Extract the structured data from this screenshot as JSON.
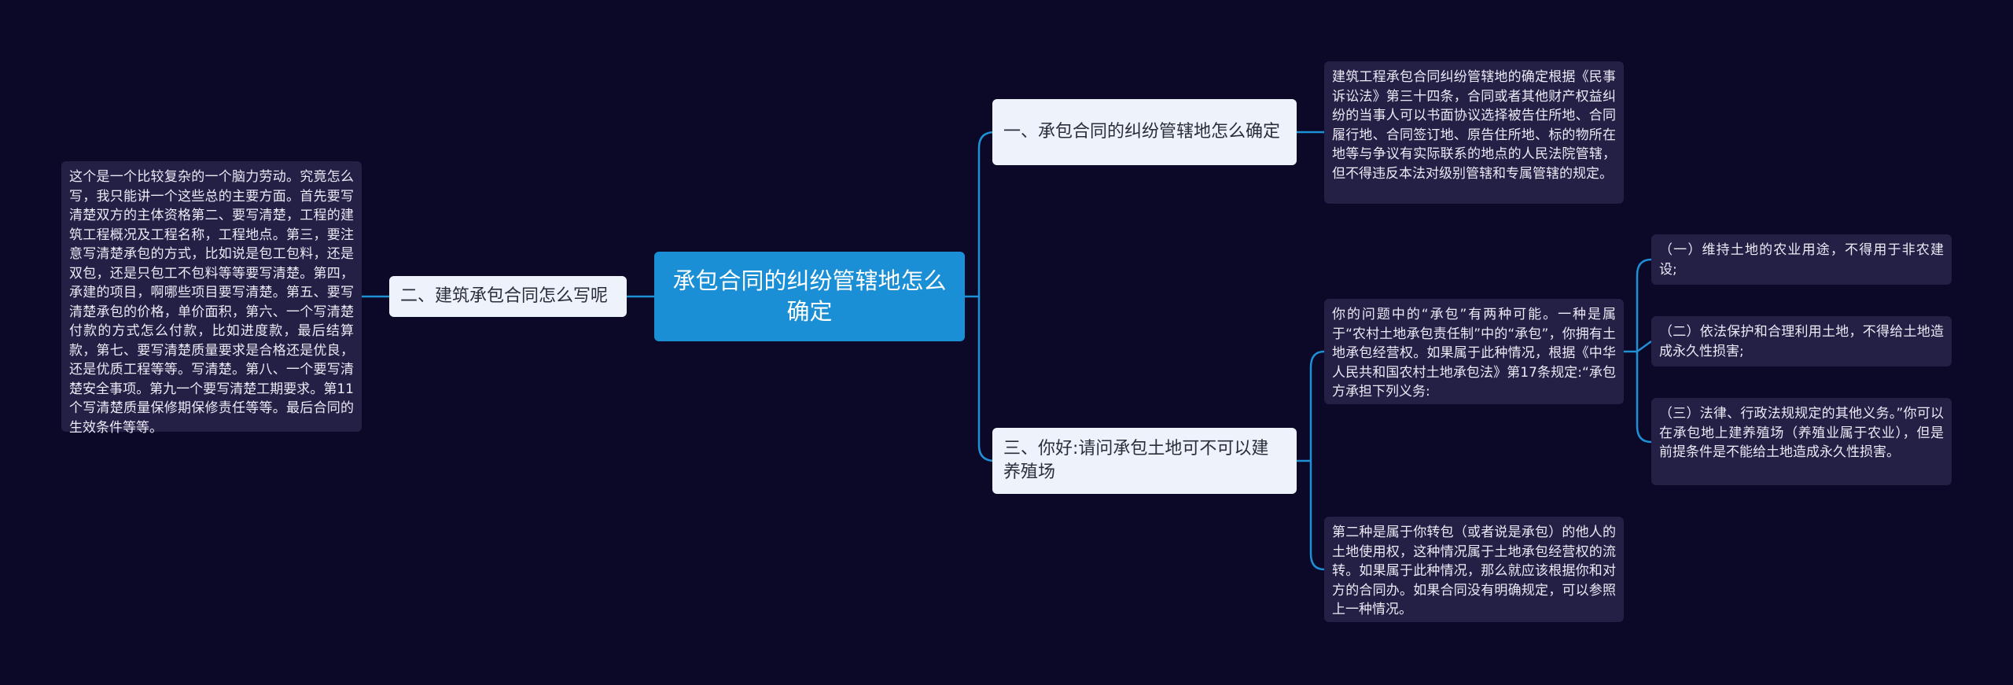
{
  "root": {
    "label": "承包合同的纠纷管辖地怎么确定"
  },
  "branches": [
    {
      "label": "一、承包合同的纠纷管辖地怎么确定",
      "leaves": [
        "建筑工程承包合同纠纷管辖地的确定根据《民事诉讼法》第三十四条，合同或者其他财产权益纠纷的当事人可以书面协议选择被告住所地、合同履行地、合同签订地、原告住所地、标的物所在地等与争议有实际联系的地点的人民法院管辖，但不得违反本法对级别管辖和专属管辖的规定。"
      ]
    },
    {
      "label": "二、建筑承包合同怎么写呢",
      "leaves": [
        "这个是一个比较复杂的一个脑力劳动。究竟怎么写，我只能讲一个这些总的主要方面。首先要写清楚双方的主体资格第二、要写清楚，工程的建筑工程概况及工程名称，工程地点。第三，要注意写清楚承包的方式，比如说是包工包料，还是双包，还是只包工不包料等等要写清楚。第四，承建的项目，啊哪些项目要写清楚。第五、要写清楚承包的价格，单价面积，第六、一个写清楚付款的方式怎么付款，比如进度款，最后结算款，第七、要写清楚质量要求是合格还是优良，还是优质工程等等。写清楚。第八、一个要写清楚安全事项。第九一个要写清楚工期要求。第11个写清楚质量保修期保修责任等等。最后合同的生效条件等等。"
      ]
    },
    {
      "label": "三、你好:请问承包土地可不可以建养殖场",
      "leaves": [
        {
          "text": "你的问题中的“承包”有两种可能。一种是属于“农村土地承包责任制”中的“承包”，你拥有土地承包经营权。如果属于此种情况，根据《中华人民共和国农村土地承包法》第17条规定:“承包方承担下列义务:",
          "children": [
            "（一）维持土地的农业用途，不得用于非农建设;",
            "（二）依法保护和合理利用土地，不得给土地造成永久性损害;",
            "（三）法律、行政法规规定的其他义务。”你可以在承包地上建养殖场（养殖业属于农业），但是前提条件是不能给土地造成永久性损害。"
          ]
        },
        {
          "text": "第二种是属于你转包（或者说是承包）的他人的土地使用权，这种情况属于土地承包经营权的流转。如果属于此种情况，那么就应该根据你和对方的合同办。如果合同没有明确规定，可以参照上一种情况。",
          "children": []
        }
      ]
    }
  ],
  "colors": {
    "background": "#0b0828",
    "root_fill": "#1a8fd6",
    "branch_fill": "#eef2fb",
    "leaf_fill": "#231f45",
    "link": "#1e90d6"
  }
}
